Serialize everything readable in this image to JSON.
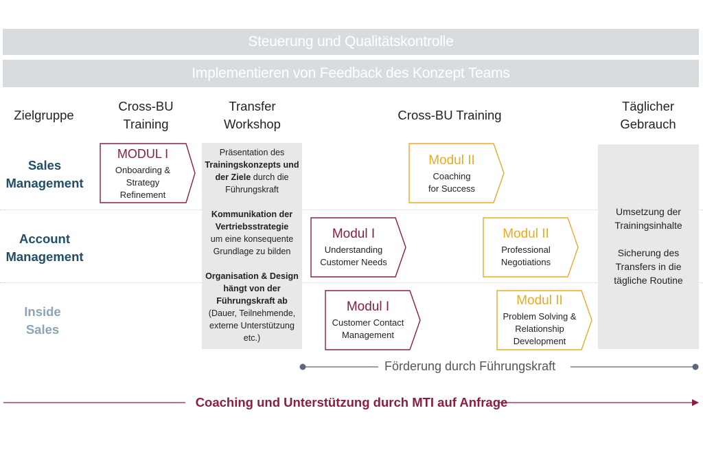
{
  "bands": {
    "top": "Steuerung und Qualitätskontrolle",
    "second": "Implementieren von Feedback des Konzept Teams"
  },
  "columns": {
    "zielgruppe": "Zielgruppe",
    "crossbu_1": "Cross-BU",
    "crossbu_2": "Training",
    "transfer_1": "Transfer",
    "transfer_2": "Workshop",
    "crossbu_training": "Cross-BU Training",
    "taeglich_1": "Täglicher",
    "taeglich_2": "Gebrauch"
  },
  "rows": {
    "sales_1": "Sales",
    "sales_2": "Management",
    "account_1": "Account",
    "account_2": "Management",
    "inside_1": "Inside",
    "inside_2": "Sales"
  },
  "workshop": {
    "p1a": "Präsentation des",
    "p1b": "Trainingskonzepts und",
    "p1c": "der Ziele",
    "p1d": " durch die",
    "p1e": "Führungskraft",
    "p2a": "Kommunikation der",
    "p2b": "Vertriebsstrategie",
    "p2c": "um eine konsequente",
    "p2d": "Grundlage zu bilden",
    "p3a": "Organisation & Design",
    "p3b": "hängt von der",
    "p3c": "Führungskraft ab",
    "p3d": "(Dauer, Teilnehmende,",
    "p3e": "externe Unterstützung",
    "p3f": "etc.)"
  },
  "daily": {
    "l1": "Umsetzung der",
    "l2": "Trainingsinhalte",
    "l3": "Sicherung des",
    "l4": "Transfers in die",
    "l5": "tägliche Routine"
  },
  "modules": {
    "sales_m1": {
      "title": "MODUL I",
      "l1": "Onboarding &",
      "l2": "Strategy",
      "l3": "Refinement"
    },
    "sales_m2": {
      "title": "Modul II",
      "l1": "Coaching",
      "l2": "for Success"
    },
    "account_m1": {
      "title": "Modul I",
      "l1": "Understanding",
      "l2": "Customer Needs"
    },
    "account_m2": {
      "title": "Modul II",
      "l1": "Professional",
      "l2": "Negotiations"
    },
    "inside_m1": {
      "title": "Modul I",
      "l1": "Customer Contact",
      "l2": "Management"
    },
    "inside_m2": {
      "title": "Modul II",
      "l1": "Problem Solving &",
      "l2": "Relationship",
      "l3": "Development"
    }
  },
  "foerderung": "Förderung durch Führungskraft",
  "coaching": "Coaching und Unterstützung durch MTI auf Anfrage",
  "colors": {
    "band": "#d9dcdf",
    "teal": "#1f4e66",
    "inside": "#8ea3b3",
    "red": "#8c1d40",
    "yellow": "#f0a81c",
    "grey_box": "#e8e8e8"
  }
}
